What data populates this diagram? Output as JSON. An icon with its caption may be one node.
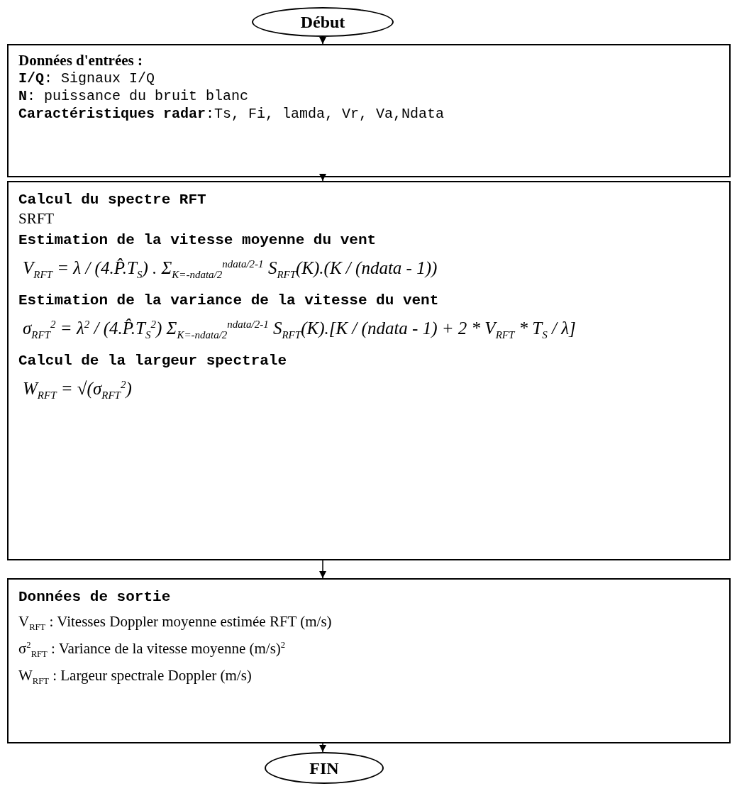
{
  "diagram": {
    "nodes": [
      {
        "text": [
          "Début"
        ]
      },
      {
        "text": [
          "Données d'entrées :",
          "**I/Q**: Signaux I/Q",
          "**N**: puissance du bruit blanc",
          "**Caractéristiques radar**:Ts, Fi, lamda, Vr, Va,Ndata"
        ]
      },
      {
        "text": [
          "Calcul du spectre RFT",
          "SRFT",
          "Estimation de la vitesse moyenne du vent",
          "V$_{RFT}$ = λ / (4.P̂.T$_{S}$) . Σ$_{K=-ndata/2}$$^{ndata/2-1}$ S$_{RFT}$(K).(K / (ndata - 1))",
          "Estimation de la variance de la vitesse du vent",
          "σ$_{RFT}$$^{2}$ = λ$^{2}$ / (4.P̂.T$_{S}$$^{2}$) Σ$_{K=-ndata/2}$$^{ndata/2-1}$ S$_{RFT}$(K).[K / (ndata - 1) + 2 * V$_{RFT}$ * T$_{S}$ / λ]",
          "Calcul de la largeur spectrale",
          "W$_{RFT}$ = √(σ$_{RFT}$$^{2}$)"
        ]
      },
      {
        "text": [
          "Données de sortie",
          "V$_{RFT}$ : Vitesses Doppler moyenne estimée RFT (m/s)",
          "σ$^{2}$$_{RFT}$ : Variance de la vitesse moyenne (m/s)$^{2}$",
          "W$_{RFT}$ : Largeur spectrale Doppler (m/s)"
        ]
      },
      {
        "text": [
          "FIN"
        ]
      }
    ],
    "edges": [
      {
        "from": 0,
        "to": 1,
        "arrow": "to"
      },
      {
        "from": 1,
        "to": 2,
        "arrow": "to"
      },
      {
        "from": 2,
        "to": 3,
        "arrow": "to"
      },
      {
        "from": 3,
        "to": 4,
        "arrow": "to"
      }
    ]
  }
}
